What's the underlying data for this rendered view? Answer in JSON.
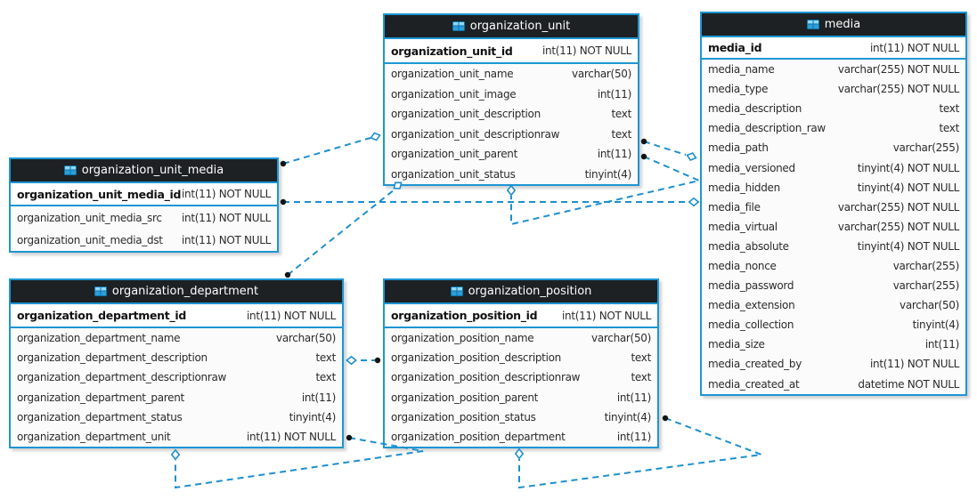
{
  "diagram": {
    "accent_color": "#1d96d3",
    "line_color": "#1d8fcf",
    "header_bg": "#1d2123",
    "tables": [
      {
        "id": "organization_unit",
        "title": "organization_unit",
        "icon": "table-icon",
        "primary_key": {
          "name": "organization_unit_id",
          "type": "int(11) NOT NULL"
        },
        "columns": [
          {
            "name": "organization_unit_name",
            "type": "varchar(50)"
          },
          {
            "name": "organization_unit_image",
            "type": "int(11)"
          },
          {
            "name": "organization_unit_description",
            "type": "text"
          },
          {
            "name": "organization_unit_descriptionraw",
            "type": "text"
          },
          {
            "name": "organization_unit_parent",
            "type": "int(11)"
          },
          {
            "name": "organization_unit_status",
            "type": "tinyint(4)"
          }
        ]
      },
      {
        "id": "media",
        "title": "media",
        "icon": "table-icon",
        "primary_key": {
          "name": "media_id",
          "type": "int(11) NOT NULL"
        },
        "columns": [
          {
            "name": "media_name",
            "type": "varchar(255) NOT NULL"
          },
          {
            "name": "media_type",
            "type": "varchar(255) NOT NULL"
          },
          {
            "name": "media_description",
            "type": "text"
          },
          {
            "name": "media_description_raw",
            "type": "text"
          },
          {
            "name": "media_path",
            "type": "varchar(255)"
          },
          {
            "name": "media_versioned",
            "type": "tinyint(4) NOT NULL"
          },
          {
            "name": "media_hidden",
            "type": "tinyint(4) NOT NULL"
          },
          {
            "name": "media_file",
            "type": "varchar(255) NOT NULL"
          },
          {
            "name": "media_virtual",
            "type": "varchar(255) NOT NULL"
          },
          {
            "name": "media_absolute",
            "type": "tinyint(4) NOT NULL"
          },
          {
            "name": "media_nonce",
            "type": "varchar(255)"
          },
          {
            "name": "media_password",
            "type": "varchar(255)"
          },
          {
            "name": "media_extension",
            "type": "varchar(50)"
          },
          {
            "name": "media_collection",
            "type": "tinyint(4)"
          },
          {
            "name": "media_size",
            "type": "int(11)"
          },
          {
            "name": "media_created_by",
            "type": "int(11) NOT NULL"
          },
          {
            "name": "media_created_at",
            "type": "datetime NOT NULL"
          }
        ]
      },
      {
        "id": "organization_unit_media",
        "title": "organization_unit_media",
        "icon": "table-icon",
        "primary_key": {
          "name": "organization_unit_media_id",
          "type": "int(11) NOT NULL"
        },
        "columns": [
          {
            "name": "organization_unit_media_src",
            "type": "int(11) NOT NULL"
          },
          {
            "name": "organization_unit_media_dst",
            "type": "int(11) NOT NULL"
          }
        ]
      },
      {
        "id": "organization_department",
        "title": "organization_department",
        "icon": "table-icon",
        "primary_key": {
          "name": "organization_department_id",
          "type": "int(11) NOT NULL"
        },
        "columns": [
          {
            "name": "organization_department_name",
            "type": "varchar(50)"
          },
          {
            "name": "organization_department_description",
            "type": "text"
          },
          {
            "name": "organization_department_descriptionraw",
            "type": "text"
          },
          {
            "name": "organization_department_parent",
            "type": "int(11)"
          },
          {
            "name": "organization_department_status",
            "type": "tinyint(4)"
          },
          {
            "name": "organization_department_unit",
            "type": "int(11) NOT NULL"
          }
        ]
      },
      {
        "id": "organization_position",
        "title": "organization_position",
        "icon": "table-icon",
        "primary_key": {
          "name": "organization_position_id",
          "type": "int(11) NOT NULL"
        },
        "columns": [
          {
            "name": "organization_position_name",
            "type": "varchar(50)"
          },
          {
            "name": "organization_position_description",
            "type": "text"
          },
          {
            "name": "organization_position_descriptionraw",
            "type": "text"
          },
          {
            "name": "organization_position_parent",
            "type": "int(11)"
          },
          {
            "name": "organization_position_status",
            "type": "tinyint(4)"
          },
          {
            "name": "organization_position_department",
            "type": "int(11)"
          }
        ]
      }
    ],
    "relationships": [
      {
        "from": "organization_unit_media",
        "to": "organization_unit"
      },
      {
        "from": "organization_unit_media",
        "to": "media"
      },
      {
        "from": "organization_unit",
        "to": "media"
      },
      {
        "from": "organization_unit",
        "to": "organization_unit"
      },
      {
        "from": "organization_department",
        "to": "organization_unit"
      },
      {
        "from": "organization_position",
        "to": "organization_department"
      },
      {
        "from": "organization_department",
        "to": "organization_department"
      },
      {
        "from": "organization_position",
        "to": "organization_position"
      }
    ]
  }
}
